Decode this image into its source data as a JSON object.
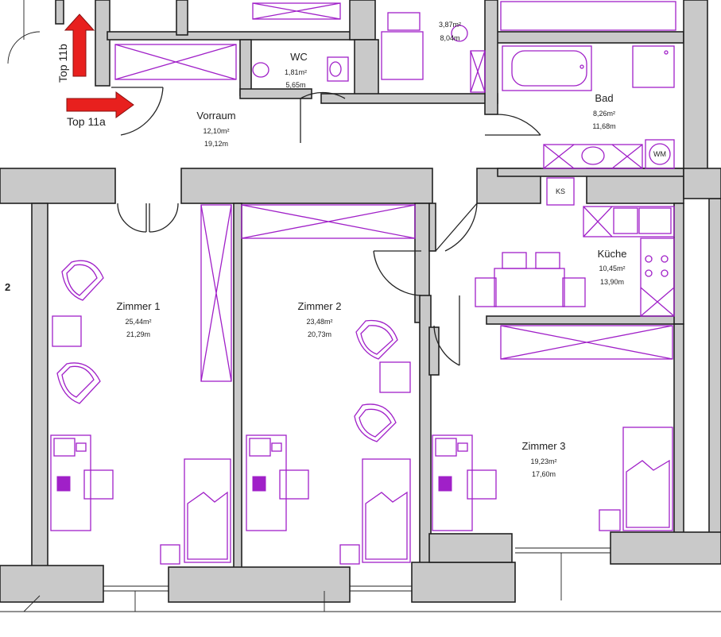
{
  "plan": {
    "apartment_labels": {
      "top11a": "Top 11a",
      "top11b": "Top 11b",
      "unit_number": "2"
    },
    "rooms": {
      "wc": {
        "name": "WC",
        "area": "1,81m²",
        "perimeter": "5,65m"
      },
      "small": {
        "area": "3,87m²",
        "perimeter": "8,04m"
      },
      "vorraum": {
        "name": "Vorraum",
        "area": "12,10m²",
        "perimeter": "19,12m"
      },
      "bad": {
        "name": "Bad",
        "area": "8,26m²",
        "perimeter": "11,68m"
      },
      "kueche": {
        "name": "Küche",
        "area": "10,45m²",
        "perimeter": "13,90m"
      },
      "zimmer1": {
        "name": "Zimmer 1",
        "area": "25,44m²",
        "perimeter": "21,29m"
      },
      "zimmer2": {
        "name": "Zimmer 2",
        "area": "23,48m²",
        "perimeter": "20,73m"
      },
      "zimmer3": {
        "name": "Zimmer 3",
        "area": "19,23m²",
        "perimeter": "17,60m"
      }
    },
    "fixtures": {
      "washer": "WM",
      "fridge": "KS"
    },
    "colors": {
      "furniture": "#a020c8",
      "wall_fill": "#c9c9c9",
      "entry_arrow": "#e8201e",
      "line": "#222222"
    }
  }
}
